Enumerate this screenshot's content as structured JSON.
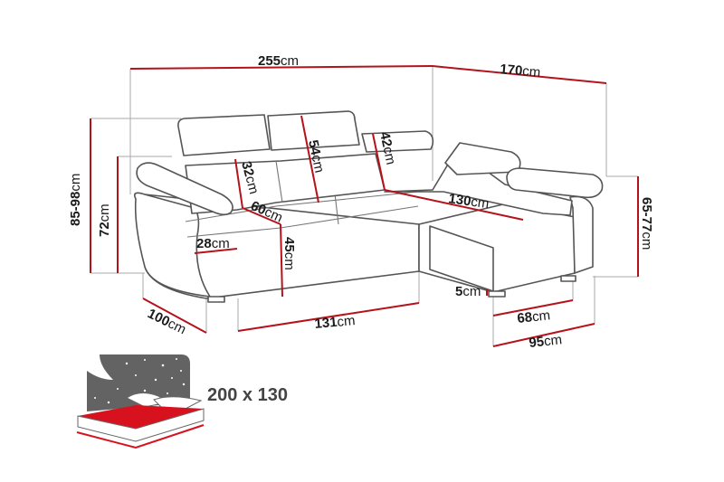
{
  "diagram": {
    "subject": "corner sofa bed dimensions",
    "accent_color": "#b5121b",
    "outline_color": "#555555",
    "dimensions": {
      "total_width": {
        "value": "255",
        "unit": "cm"
      },
      "chaise_length": {
        "value": "170",
        "unit": "cm"
      },
      "height_range": {
        "value": "85-98",
        "unit": "cm"
      },
      "back_height": {
        "value": "72",
        "unit": "cm"
      },
      "headrest_height": {
        "value": "54",
        "unit": "cm"
      },
      "chaise_headrest": {
        "value": "42",
        "unit": "cm"
      },
      "backrest_depth": {
        "value": "32",
        "unit": "cm"
      },
      "seat_depth": {
        "value": "60",
        "unit": "cm"
      },
      "armrest_width": {
        "value": "28",
        "unit": "cm"
      },
      "seat_height": {
        "value": "45",
        "unit": "cm"
      },
      "chaise_seat": {
        "value": "130",
        "unit": "cm"
      },
      "side_height": {
        "value": "65-77",
        "unit": "cm"
      },
      "depth": {
        "value": "100",
        "unit": "cm"
      },
      "bed_length": {
        "value": "131",
        "unit": "cm"
      },
      "leg_height": {
        "value": "5",
        "unit": "cm"
      },
      "chaise_inner": {
        "value": "68",
        "unit": "cm"
      },
      "chaise_width": {
        "value": "95",
        "unit": "cm"
      }
    },
    "sleeping_area": {
      "label": "200 x 130",
      "icon": "bed-icon"
    }
  }
}
